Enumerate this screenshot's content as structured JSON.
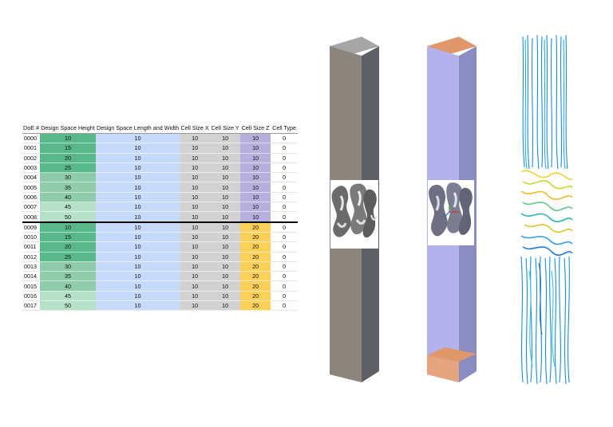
{
  "table": {
    "headers": [
      "DoE #",
      "Design Space Height",
      "Design Space Length and Width",
      "Cell Size X",
      "Cell Size Y",
      "Cell Size Z",
      "Cell Type"
    ],
    "rows": [
      [
        "0000",
        "10",
        "10",
        "10",
        "10",
        "10",
        "0"
      ],
      [
        "0001",
        "15",
        "10",
        "10",
        "10",
        "10",
        "0"
      ],
      [
        "0002",
        "20",
        "10",
        "10",
        "10",
        "10",
        "0"
      ],
      [
        "0003",
        "25",
        "10",
        "10",
        "10",
        "10",
        "0"
      ],
      [
        "0004",
        "30",
        "10",
        "10",
        "10",
        "10",
        "0"
      ],
      [
        "0005",
        "35",
        "10",
        "10",
        "10",
        "10",
        "0"
      ],
      [
        "0006",
        "40",
        "10",
        "10",
        "10",
        "10",
        "0"
      ],
      [
        "0007",
        "45",
        "10",
        "10",
        "10",
        "10",
        "0"
      ],
      [
        "0008",
        "50",
        "10",
        "10",
        "10",
        "10",
        "0"
      ],
      [
        "0009",
        "10",
        "10",
        "10",
        "10",
        "20",
        "0"
      ],
      [
        "0010",
        "15",
        "10",
        "10",
        "10",
        "20",
        "0"
      ],
      [
        "0011",
        "20",
        "10",
        "10",
        "10",
        "20",
        "0"
      ],
      [
        "0012",
        "25",
        "10",
        "10",
        "10",
        "20",
        "0"
      ],
      [
        "0013",
        "30",
        "10",
        "10",
        "10",
        "20",
        "0"
      ],
      [
        "0014",
        "35",
        "10",
        "10",
        "10",
        "20",
        "0"
      ],
      [
        "0015",
        "40",
        "10",
        "10",
        "10",
        "20",
        "0"
      ],
      [
        "0016",
        "45",
        "10",
        "10",
        "10",
        "20",
        "0"
      ],
      [
        "0017",
        "50",
        "10",
        "10",
        "10",
        "20",
        "0"
      ]
    ]
  },
  "colors": {
    "height_dark": "#58b88a",
    "height_light": "#b6e0c8",
    "length_width": "#c8dafa",
    "cell_xy": "#d2d2d2",
    "cell_z_first": "#b7b0de",
    "cell_z_second": "#fdd05a",
    "bar_face": "#8b857d",
    "bar_side": "#5d6166",
    "bar_top": "#a6a6a6",
    "mesh_face": "#b4b2ec",
    "mesh_side": "#8b8cc1",
    "mesh_end": "#e0976a",
    "flow_main": "#1a8fd8",
    "flow_hot": "#f2d22c"
  },
  "models": {
    "geometry": "lattice-bar-geometry",
    "mesh": "lattice-bar-mesh",
    "flow": "lattice-flow-streamlines"
  }
}
